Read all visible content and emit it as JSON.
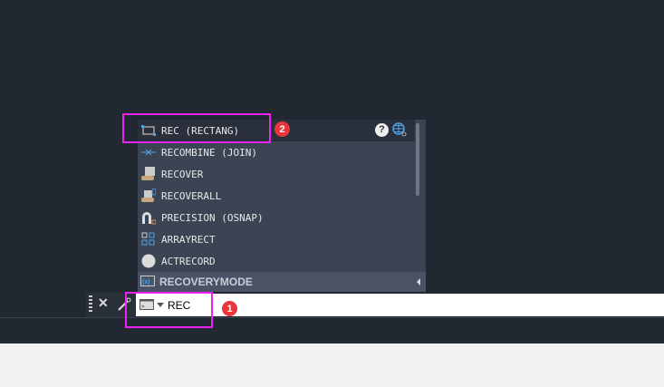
{
  "suggestions": [
    {
      "label": "REC (RECTANG)",
      "icon": "rectangle-icon"
    },
    {
      "label": "RECOMBINE (JOIN)",
      "icon": "join-icon"
    },
    {
      "label": "RECOVER",
      "icon": "recover-icon"
    },
    {
      "label": "RECOVERALL",
      "icon": "recoverall-icon"
    },
    {
      "label": "PRECISION (OSNAP)",
      "icon": "magnet-icon"
    },
    {
      "label": "ARRAYRECT",
      "icon": "array-rect-icon"
    },
    {
      "label": "ACTRECORD",
      "icon": "record-icon"
    }
  ],
  "section": {
    "label": "RECOVERYMODE",
    "icon": "system-variable-icon"
  },
  "help_icon": "?",
  "command": {
    "value": "REC"
  },
  "badges": [
    "1",
    "2"
  ],
  "colors": {
    "highlight": "#ee22ee",
    "badge": "#e8363a",
    "accent": "#4da3e8"
  }
}
